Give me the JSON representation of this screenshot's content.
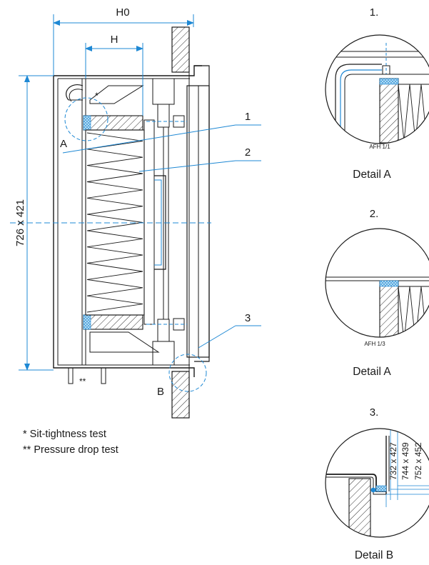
{
  "main_view": {
    "dim_overall_depth": "H0",
    "dim_inner_depth": "H",
    "dim_size": "726 x 421",
    "callout_1": "1",
    "callout_2": "2",
    "callout_3": "3",
    "detail_ref_a": "A",
    "detail_ref_b": "B",
    "mark_single": "*",
    "mark_double": "**"
  },
  "notes": {
    "note_1": "* Sit-tightness test",
    "note_2": "** Pressure drop test"
  },
  "details": [
    {
      "number": "1.",
      "code": "AFH 1/1",
      "caption": "Detail A"
    },
    {
      "number": "2.",
      "code": "AFH 1/3",
      "caption": "Detail A"
    },
    {
      "number": "3.",
      "caption": "Detail B",
      "dims": [
        "732 x 427",
        "744 x 439",
        "752 x 452"
      ]
    }
  ],
  "colors": {
    "line": "#1a1a1a",
    "accent": "#1e88d4",
    "seal": "#9fd3f0"
  }
}
